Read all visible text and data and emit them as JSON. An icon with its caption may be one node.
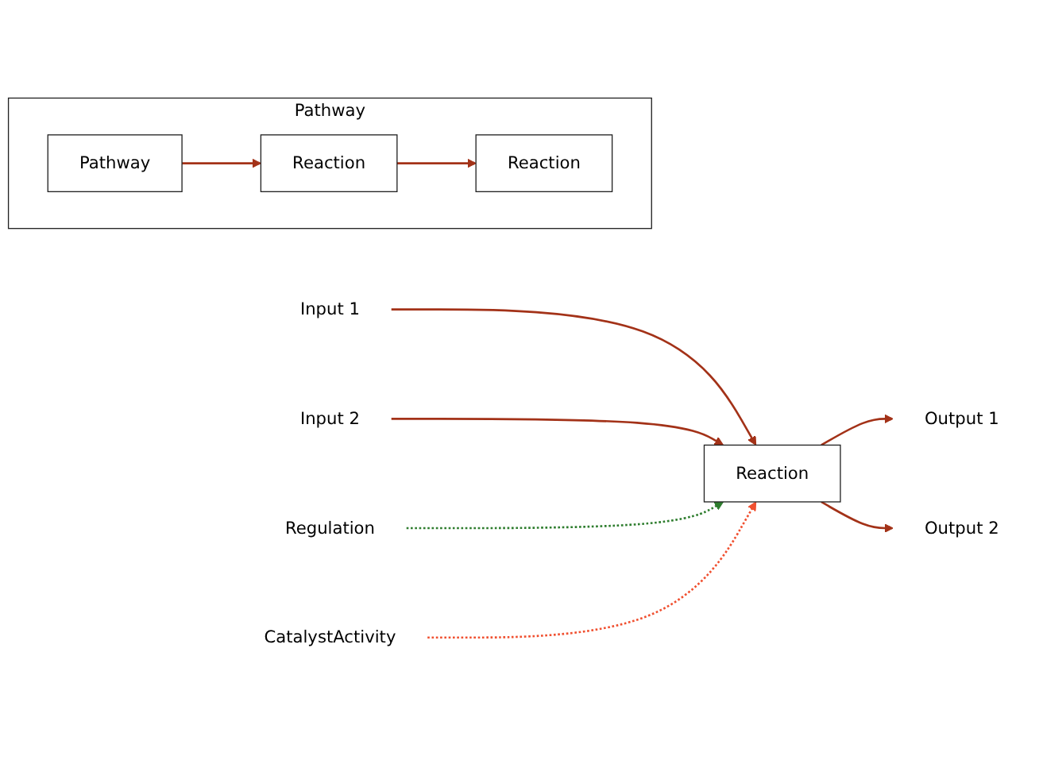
{
  "diagram": {
    "nodes": [
      {
        "text": [
          "Input 1"
        ]
      },
      {
        "text": [
          "Input 2"
        ]
      },
      {
        "text": [
          "Regulation"
        ]
      },
      {
        "text": [
          "Reaction"
        ]
      },
      {
        "text": [
          "CatalystActivity"
        ]
      },
      {
        "text": [
          "Output 1"
        ]
      },
      {
        "text": [
          "Output 2"
        ]
      },
      {
        "text": [
          "Pathway"
        ]
      },
      {
        "text": [
          "Pathway"
        ],
        "in": 7
      },
      {
        "text": [
          "Reaction"
        ],
        "in": 7
      },
      {
        "text": [
          "Reaction"
        ],
        "in": 7
      }
    ],
    "edges": [
      {
        "from": 0,
        "to": 3,
        "arrow": "to"
      },
      {
        "from": 1,
        "to": 3,
        "arrow": "to"
      },
      {
        "from": 2,
        "to": 3,
        "arrow": "to",
        "style": "dashed",
        "color": "#2e7d2e"
      },
      {
        "from": 4,
        "to": 3,
        "arrow": "to",
        "style": "dashed",
        "color": "#f05030"
      },
      {
        "from": 3,
        "to": 5,
        "arrow": "to"
      },
      {
        "from": 3,
        "to": 6,
        "arrow": "to"
      },
      {
        "from": 8,
        "to": 9,
        "arrow": "to"
      },
      {
        "from": 9,
        "to": 10,
        "arrow": "to"
      }
    ]
  }
}
